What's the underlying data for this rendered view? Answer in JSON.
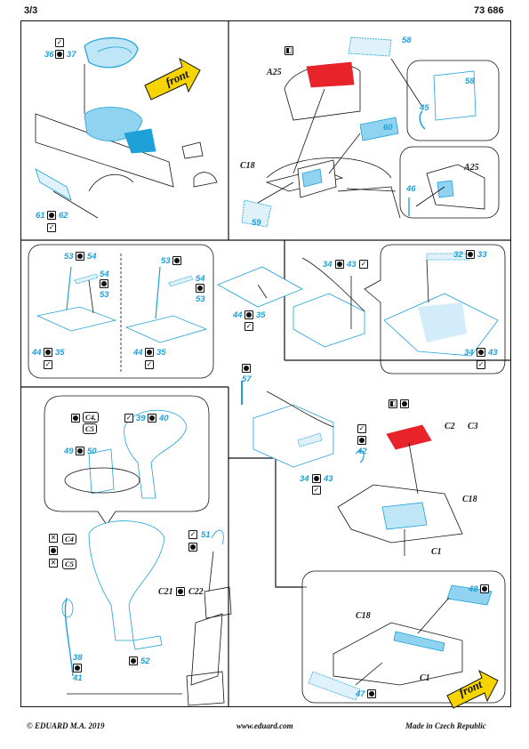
{
  "header": {
    "page": "3/3",
    "code": "73 686"
  },
  "footer": {
    "copyright": "© EDUARD  M.A. 2019",
    "website": "www.eduard.com",
    "origin": "Made in Czech Republic"
  },
  "arrows": {
    "front_top": "front",
    "front_bottom": "front"
  },
  "labels": {
    "a25_top": "A25",
    "a25_inset": "A25",
    "c18_top": "C18",
    "c2": "C2",
    "c3": "C3",
    "c18_mid": "C18",
    "c1_mid": "C1",
    "c18_bottom": "C18",
    "c1_bottom": "C1",
    "c4c5": "C4,",
    "c5b": "C5",
    "c4": "C4",
    "c5": "C5",
    "c21": "C21",
    "c22": "C22"
  },
  "parts": {
    "p36": "36",
    "p37": "37",
    "p61": "61",
    "p62": "62",
    "p58a": "58",
    "p58b": "58",
    "p45": "45",
    "p60": "60",
    "p46": "46",
    "p59": "59",
    "p53a": "53",
    "p54a": "54",
    "p54b": "54",
    "p53b": "53",
    "p44a": "44",
    "p35a": "35",
    "p53c": "53",
    "p54c": "54",
    "p53d": "53",
    "p44b": "44",
    "p35b": "35",
    "p44c": "44",
    "p35c": "35",
    "p34a": "34",
    "p43a": "43",
    "p32": "32",
    "p33": "33",
    "p34b": "34",
    "p43b": "43",
    "p57": "57",
    "p42": "42",
    "p34c": "34",
    "p43c": "43",
    "p39": "39",
    "p40": "40",
    "p49": "49",
    "p50": "50",
    "p51": "51",
    "p38": "38",
    "p41": "41",
    "p52": "52",
    "p48": "48",
    "p47": "47"
  },
  "colors": {
    "accent": "#1ea0d8",
    "fill_blue": "#8fd3f0",
    "fill_red": "#e8232a",
    "arrow_yellow": "#f5d400"
  }
}
